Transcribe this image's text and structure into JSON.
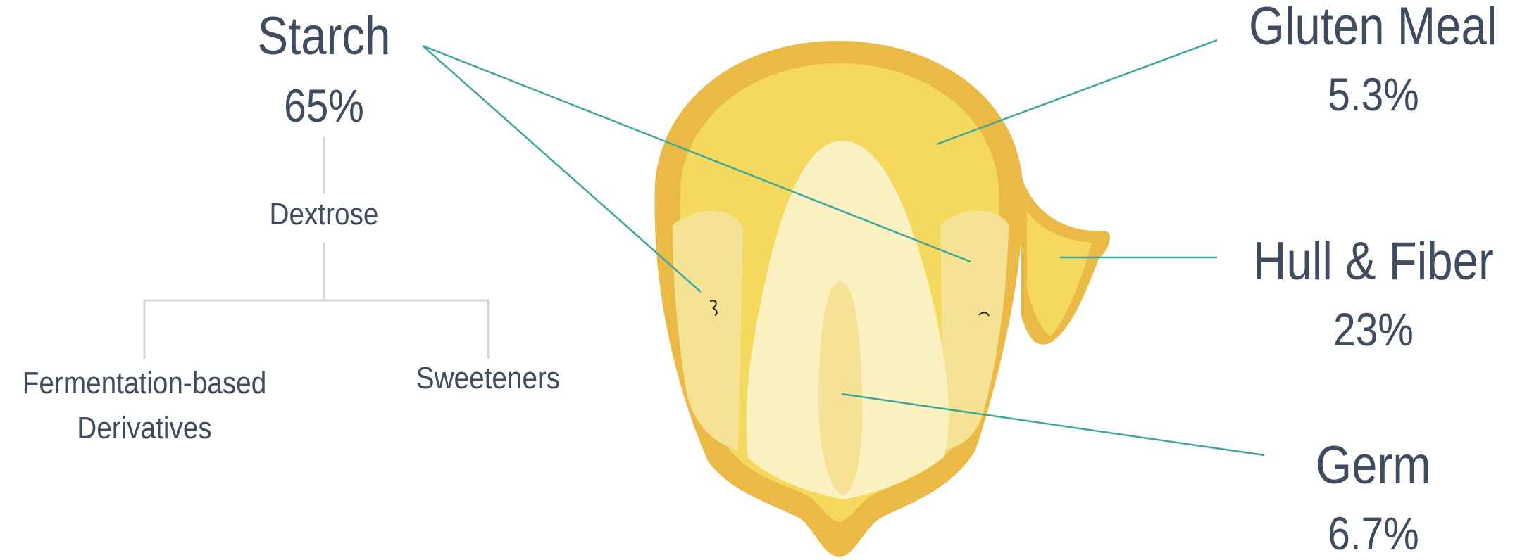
{
  "components": [
    {
      "name": "Starch",
      "value": "65%"
    },
    {
      "name": "Gluten Meal",
      "value": "5.3%"
    },
    {
      "name": "Hull & Fiber",
      "value": "23%"
    },
    {
      "name": "Germ",
      "value": "6.7%"
    }
  ],
  "starch_tree": {
    "root": "Dextrose",
    "children": [
      "Fermentation-based Derivatives",
      "Sweeteners"
    ]
  },
  "colors": {
    "text": "#3f4b5e",
    "leader_line": "#3aa89b",
    "tree_line": "#d6d6d6",
    "kernel_outer": "#ebb945",
    "kernel_inner": "#f5d85e",
    "starch_pale": "#f5e294",
    "endosperm_light": "#fbf1c1",
    "germ": "#f6e196"
  }
}
